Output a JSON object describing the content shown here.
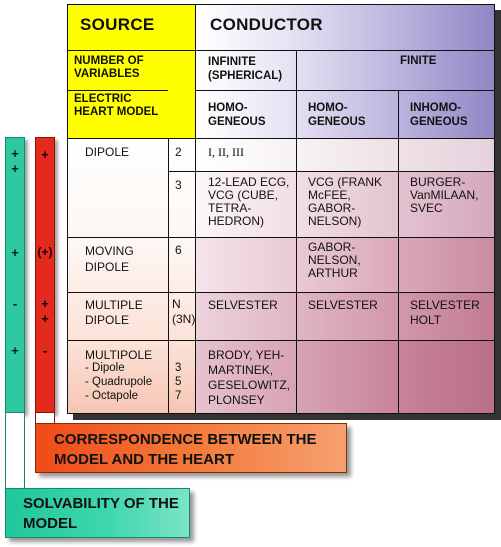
{
  "header": {
    "source": "SOURCE",
    "conductor": "CONDUCTOR",
    "number_of_variables": "NUMBER OF VARIABLES",
    "electric_heart_model": "ELECTRIC HEART MODEL",
    "infinite": "INFINITE (SPHERICAL)",
    "finite": "FINITE",
    "homogeneous_infinite": "HOMO- GENEOUS",
    "homogeneous_finite": "HOMO- GENEOUS",
    "inhomogeneous": "INHOMO- GENEOUS"
  },
  "rows": [
    {
      "model": "DIPOLE",
      "variables": "2",
      "infinite": "I, II, III",
      "finite_homo": "",
      "finite_inhomo": ""
    },
    {
      "model": "",
      "variables": "3",
      "infinite": "12-LEAD ECG, VCG (CUBE, TETRA- HEDRON)",
      "finite_homo": "VCG (FRANK McFEE, GABOR- NELSON)",
      "finite_inhomo": "BURGER- VanMILAAN, SVEC"
    },
    {
      "model": "MOVING DIPOLE",
      "variables": "6",
      "infinite": "",
      "finite_homo": "GABOR- NELSON, ARTHUR",
      "finite_inhomo": ""
    },
    {
      "model": "MULTIPLE DIPOLE",
      "variables": "N (3N)",
      "infinite": "SELVESTER",
      "finite_homo": "SELVESTER",
      "finite_inhomo": "SELVESTER HOLT"
    },
    {
      "model": "MULTIPOLE",
      "sub": [
        "- Dipole",
        "- Quadrupole",
        "- Octapole"
      ],
      "variables_list": [
        "3",
        "5",
        "7"
      ],
      "infinite": "BRODY, YEH- MARTINEK, GESELOWITZ, PLONSEY",
      "finite_homo": "",
      "finite_inhomo": ""
    }
  ],
  "solvability_marks": [
    "+ +",
    "+",
    "-",
    "+"
  ],
  "correspondence_marks": [
    "+",
    "(+)",
    "+ +",
    "-"
  ],
  "banners": {
    "correspondence": "CORRESPONDENCE BETWEEN THE MODEL AND THE HEART",
    "solvability": "SOLVABILITY OF THE MODEL"
  },
  "colors": {
    "yellow": "#ffff00",
    "green_bar": "#2ec9a0",
    "red_bar": "#e42a1c",
    "orange_banner": "#f04a18",
    "purple": "#8f86c4"
  }
}
